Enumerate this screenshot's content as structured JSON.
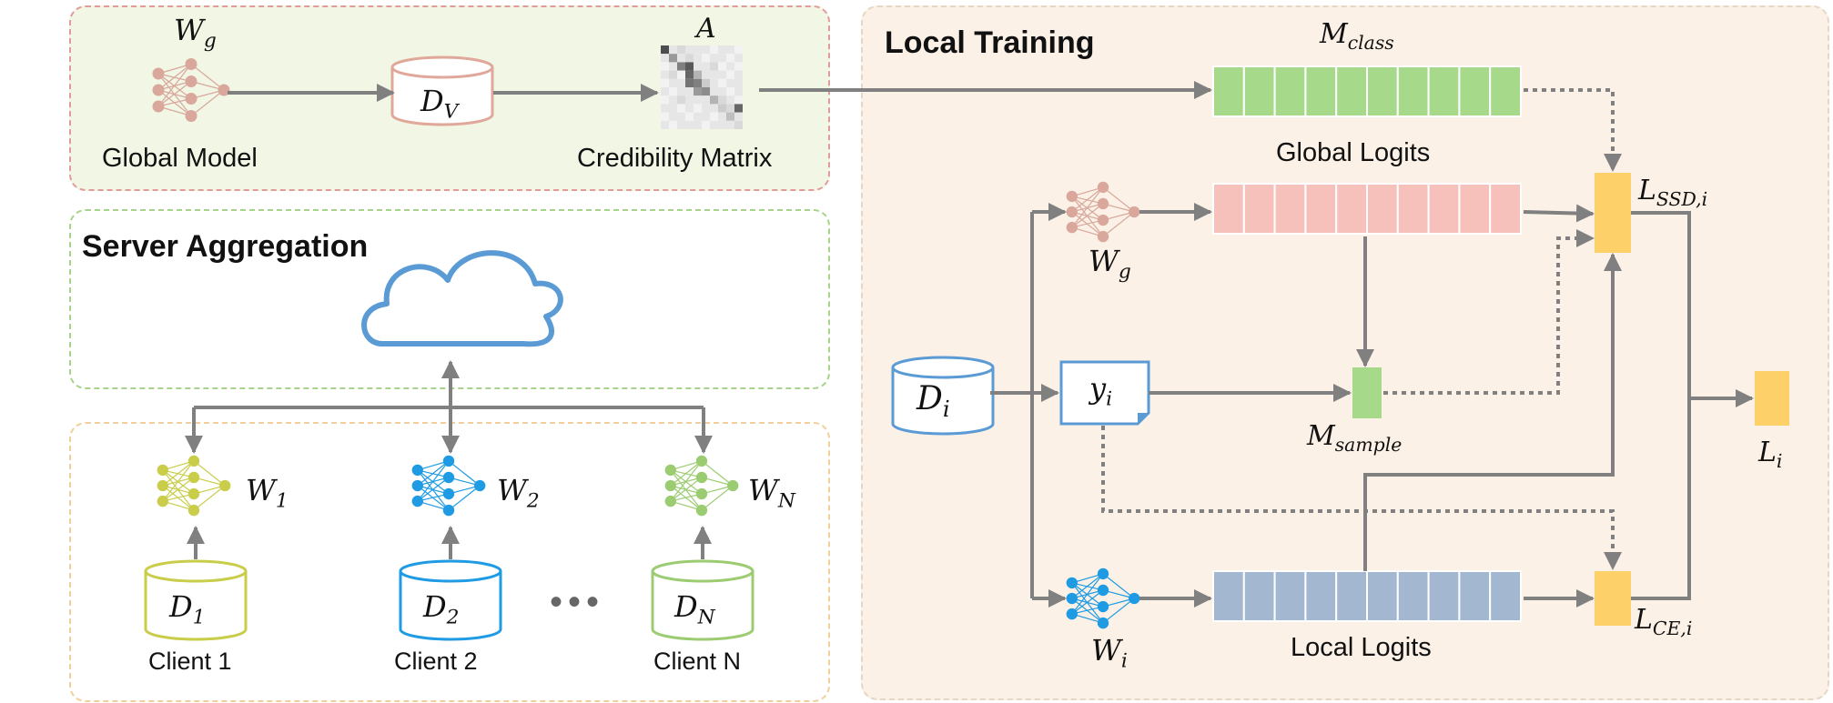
{
  "colors": {
    "global_box_fill": "#f1f7e4",
    "global_box_border": "#e39a9a",
    "server_box_border": "#a7d48a",
    "client_box_border": "#f2cf9a",
    "local_box_fill": "#fbf1e6",
    "local_box_border": "#e6d6c4",
    "arrow": "#808080",
    "nn_global": "#d9a79c",
    "nn_client1": "#c9cd4a",
    "nn_client2": "#1f9be4",
    "nn_clientN": "#9ccc72",
    "cloud": "#5b9bd5",
    "class_mask": "#a6d98a",
    "global_logits": "#f6c0bb",
    "local_logits": "#a3b7d0",
    "loss": "#fdd06a",
    "sample_mask": "#a6d98a"
  },
  "global": {
    "wg_symbol": "W",
    "wg_sub": "g",
    "global_model_label": "Global Model",
    "dv_symbol": "D",
    "dv_sub": "V",
    "a_symbol": "A",
    "credibility_label": "Credibility Matrix"
  },
  "server": {
    "title": "Server Aggregation"
  },
  "clients": [
    {
      "w": "W",
      "w_sub": "1",
      "d": "D",
      "d_sub": "1",
      "label": "Client 1"
    },
    {
      "w": "W",
      "w_sub": "2",
      "d": "D",
      "d_sub": "2",
      "label": "Client 2"
    },
    {
      "w": "W",
      "w_sub": "N",
      "d": "D",
      "d_sub": "N",
      "label": "Client N"
    }
  ],
  "local": {
    "title": "Local Training",
    "m_class": "M",
    "m_class_sub": "class",
    "global_logits": "Global Logits",
    "local_logits": "Local Logits",
    "wg": "W",
    "wg_sub": "g",
    "wi": "W",
    "wi_sub": "i",
    "di": "D",
    "di_sub": "i",
    "yi": "y",
    "yi_sub": "i",
    "m_sample": "M",
    "m_sample_sub": "sample",
    "l_ssd": "L",
    "l_ssd_sub": "SSD,i",
    "l_ce": "L",
    "l_ce_sub": "CE,i",
    "l_i": "L",
    "l_i_sub": "i"
  }
}
